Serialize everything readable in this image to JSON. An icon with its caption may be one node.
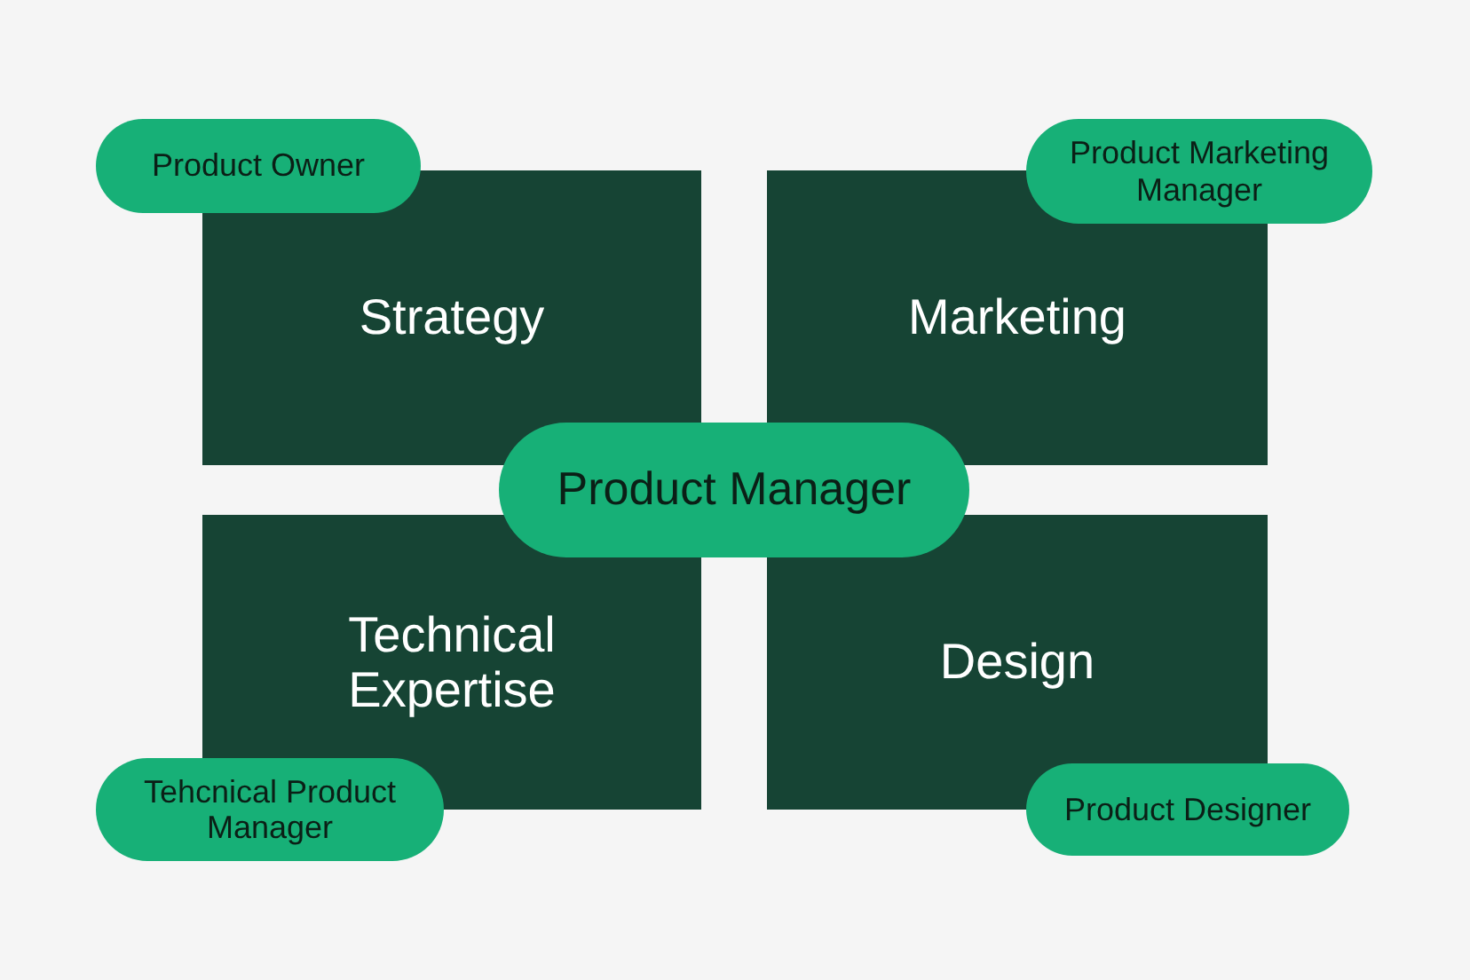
{
  "diagram": {
    "nodes": [
      {
        "text": [
          "Product Owner"
        ]
      },
      {
        "text": [
          "Product Marketing Manager"
        ]
      },
      {
        "text": [
          "Strategy"
        ]
      },
      {
        "text": [
          "Marketing"
        ]
      },
      {
        "text": [
          "Product Manager"
        ]
      },
      {
        "text": [
          "Technical Expertise"
        ]
      },
      {
        "text": [
          "Design"
        ]
      },
      {
        "text": [
          "Tehcnical Product Manager"
        ]
      },
      {
        "text": [
          "Product Designer"
        ]
      }
    ]
  }
}
